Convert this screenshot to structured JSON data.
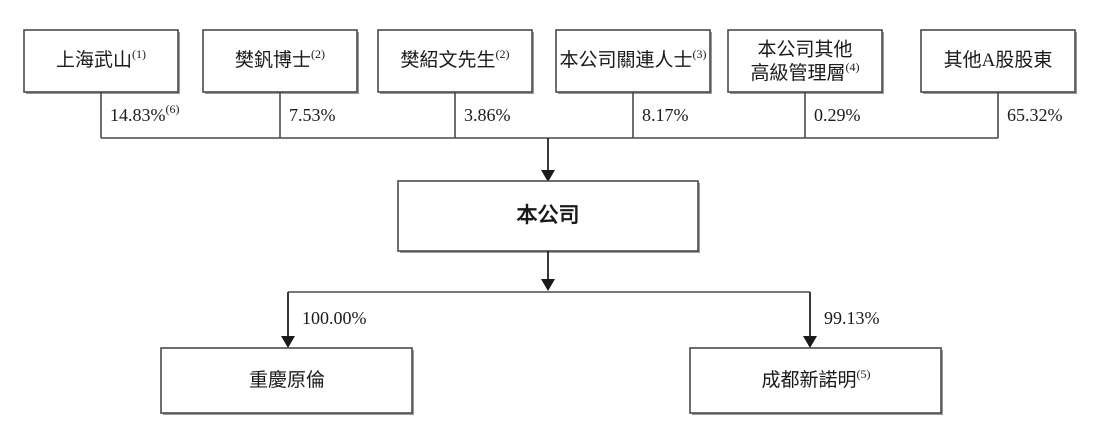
{
  "chart_data": {
    "type": "diagram",
    "title": "",
    "diagram_kind": "shareholding-structure-org-chart",
    "language": "zh-Hant",
    "nodes": [
      {
        "id": "n1",
        "label": "上海武山",
        "sup": "(1)",
        "row": "top",
        "lines": [
          "上海武山"
        ]
      },
      {
        "id": "n2",
        "label": "樊釩博士",
        "sup": "(2)",
        "row": "top",
        "lines": [
          "樊釩博士"
        ]
      },
      {
        "id": "n3",
        "label": "樊紹文先生",
        "sup": "(2)",
        "row": "top",
        "lines": [
          "樊紹文先生"
        ]
      },
      {
        "id": "n4",
        "label": "本公司關連人士",
        "sup": "(3)",
        "row": "top",
        "lines": [
          "本公司關連人士"
        ]
      },
      {
        "id": "n5",
        "label": "本公司其他高級管理層",
        "sup": "(4)",
        "row": "top",
        "lines": [
          "本公司其他",
          "高級管理層"
        ]
      },
      {
        "id": "n6",
        "label": "其他A股股東",
        "sup": "",
        "row": "top",
        "lines": [
          "其他A股股東"
        ]
      },
      {
        "id": "company",
        "label": "本公司",
        "sup": "",
        "row": "middle",
        "lines": [
          "本公司"
        ]
      },
      {
        "id": "sub1",
        "label": "重慶原倫",
        "sup": "",
        "row": "bottom",
        "lines": [
          "重慶原倫"
        ]
      },
      {
        "id": "sub2",
        "label": "成都新諾明",
        "sup": "(5)",
        "row": "bottom",
        "lines": [
          "成都新諾明"
        ]
      }
    ],
    "edges": [
      {
        "from": "n1",
        "to": "company",
        "value": 14.83,
        "label": "14.83%",
        "sup": "(6)"
      },
      {
        "from": "n2",
        "to": "company",
        "value": 7.53,
        "label": "7.53%",
        "sup": ""
      },
      {
        "from": "n3",
        "to": "company",
        "value": 3.86,
        "label": "3.86%",
        "sup": ""
      },
      {
        "from": "n4",
        "to": "company",
        "value": 8.17,
        "label": "8.17%",
        "sup": ""
      },
      {
        "from": "n5",
        "to": "company",
        "value": 0.29,
        "label": "0.29%",
        "sup": ""
      },
      {
        "from": "n6",
        "to": "company",
        "value": 65.32,
        "label": "65.32%",
        "sup": ""
      },
      {
        "from": "company",
        "to": "sub1",
        "value": 100.0,
        "label": "100.00%",
        "sup": ""
      },
      {
        "from": "company",
        "to": "sub2",
        "value": 99.13,
        "label": "99.13%",
        "sup": ""
      }
    ],
    "colors": {
      "background": "#ffffff",
      "box_border": "#4a4a4a",
      "connector": "#4a4a4a",
      "text": "#1a1a1a"
    }
  },
  "boxes": {
    "top": [
      {
        "name": "shanghai-wushan",
        "line1": "上海武山",
        "line2": "",
        "sup": "(1)"
      },
      {
        "name": "dr-fan-fan",
        "line1": "樊釩博士",
        "line2": "",
        "sup": "(2)"
      },
      {
        "name": "mr-fan-shaowen",
        "line1": "樊紹文先生",
        "line2": "",
        "sup": "(2)"
      },
      {
        "name": "company-connected-persons",
        "line1": "本公司關連人士",
        "line2": "",
        "sup": "(3)"
      },
      {
        "name": "other-senior-management",
        "line1": "本公司其他",
        "line2": "高級管理層",
        "sup": "(4)"
      },
      {
        "name": "other-a-share-holders",
        "line1": "其他A股股東",
        "line2": "",
        "sup": ""
      }
    ],
    "company": {
      "name": "the-company",
      "line1": "本公司",
      "sup": ""
    },
    "bottom": [
      {
        "name": "chongqing-yuanlun",
        "line1": "重慶原倫",
        "sup": ""
      },
      {
        "name": "chengdu-xinnuoming",
        "line1": "成都新諾明",
        "sup": "(5)"
      }
    ]
  },
  "edge_labels": {
    "top": [
      {
        "name": "pct-shanghai-wushan",
        "text": "14.83%",
        "sup": "(6)"
      },
      {
        "name": "pct-dr-fan-fan",
        "text": "7.53%",
        "sup": ""
      },
      {
        "name": "pct-mr-fan-shaowen",
        "text": "3.86%",
        "sup": ""
      },
      {
        "name": "pct-connected-persons",
        "text": "8.17%",
        "sup": ""
      },
      {
        "name": "pct-senior-management",
        "text": "0.29%",
        "sup": ""
      },
      {
        "name": "pct-other-a-share",
        "text": "65.32%",
        "sup": ""
      }
    ],
    "bottom": [
      {
        "name": "pct-chongqing-yuanlun",
        "text": "100.00%",
        "sup": ""
      },
      {
        "name": "pct-chengdu-xinnuoming",
        "text": "99.13%",
        "sup": ""
      }
    ]
  }
}
